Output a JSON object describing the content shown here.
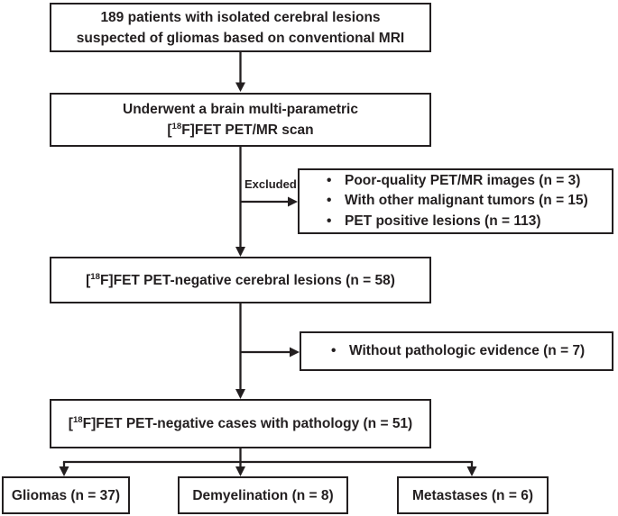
{
  "flowchart": {
    "bullet_glyph": "•",
    "colors": {
      "line": "#231f20",
      "background": "#ffffff",
      "box_fill": "#ffffff"
    },
    "box_patients": {
      "line1": "189 patients with isolated cerebral lesions",
      "line2": "suspected of gliomas based on conventional MRI"
    },
    "box_scan": {
      "line1": "Underwent a brain multi-parametric",
      "line2": {
        "pre": "[",
        "sup": "18",
        "post": "F]FET PET/MR scan"
      }
    },
    "excluded_label": "Excluded",
    "excluded_box": {
      "items": [
        "Poor-quality PET/MR images (n = 3)",
        "With other malignant tumors (n = 15)",
        "PET positive lesions (n = 113)"
      ]
    },
    "box_negative": {
      "text": {
        "pre": "[",
        "sup": "18",
        "post": "F]FET PET-negative cerebral lesions (n = 58)"
      }
    },
    "without_box": {
      "items": [
        "Without pathologic evidence (n = 7)"
      ]
    },
    "box_pathology": {
      "text": {
        "pre": "[",
        "sup": "18",
        "post": "F]FET PET-negative cases with pathology (n = 51)"
      }
    },
    "outcomes": {
      "gliomas": "Gliomas (n = 37)",
      "demyelination": "Demyelination (n = 8)",
      "metastases": "Metastases (n = 6)"
    }
  }
}
